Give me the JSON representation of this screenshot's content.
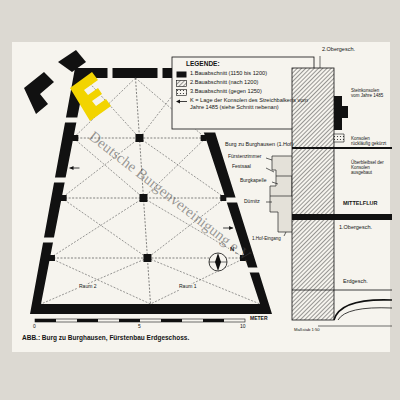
{
  "diagram": {
    "caption": "ABB.: Burg zu Burghausen, Fürstenbau Erdgeschoss.",
    "labels": [
      "LEGENDE:",
      "Burg zu Burghausen (1.Hof)",
      "Fürstenzimmer",
      "Festsaal",
      "Burgkapelle",
      "Dürnitz",
      "1.Hof-Eingang",
      "N",
      "Raum 2",
      "Raum 1",
      "0",
      "5",
      "10",
      "METER",
      "2.Obergesch.",
      "Steinkonsolen vom Jahre 1485",
      "Konsolen rückläufig gekürzt",
      "Überbleibsel der Konsolen ausgebaut",
      "MITTELFLUR",
      "1.Obergesch.",
      "Erdgesch.",
      "Maßstab 1:50",
      "Deutsche Burgenvereinigung e.V."
    ],
    "legend": [
      {
        "text": "1.Bauabschnitt (1150 bis 1200)",
        "color": "#111111"
      },
      {
        "text": "2.Bauabschnitt (nach 1200)"
      },
      {
        "text": "3.Bauabschnitt (gegen 1250)"
      },
      {
        "text": "K = Lage der Konsolen des Streichbalkens vom Jahre 1485 (siehe Schnitt nebenan)"
      }
    ]
  }
}
